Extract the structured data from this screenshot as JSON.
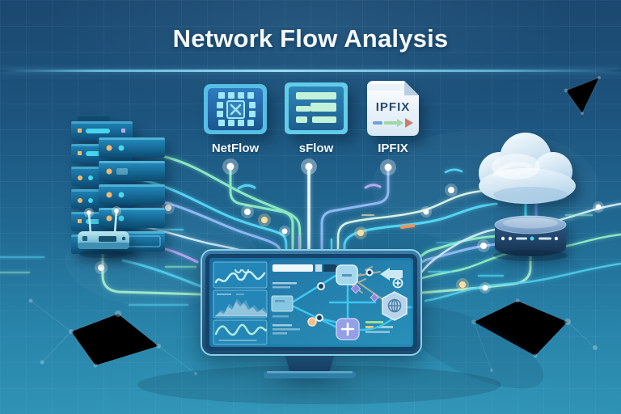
{
  "title": "Network Flow Analysis",
  "protocols": {
    "items": [
      {
        "id": "netflow",
        "label": "NetFlow",
        "icon": "netflow-packet-grid-icon"
      },
      {
        "id": "sflow",
        "label": "sFlow",
        "icon": "sflow-sample-bars-icon"
      },
      {
        "id": "ipfix",
        "label": "IPFIX",
        "icon": "ipfix-flow-document-icon",
        "document_text": "IPFIX"
      }
    ]
  },
  "scene": {
    "left_devices": [
      "server-rack-back",
      "server-rack-front",
      "wireless-router"
    ],
    "right_devices": [
      "cloud",
      "network-switch"
    ],
    "center_device": "flow-analysis-monitor",
    "monitor_widgets": [
      "traffic-curve-chart",
      "traffic-area-chart",
      "traffic-wave-chart",
      "flow-topology-map"
    ]
  },
  "colors": {
    "background_top": "#1B486F",
    "background_bottom": "#2F93B5",
    "title_text": "#F3F8FC",
    "title_divider": "#6FC6E8",
    "flow_cyan": "#55D4F2",
    "flow_green": "#8BE8C2",
    "flow_blue": "#8FB8F2",
    "flow_purple": "#B2A9F2",
    "flow_white": "#EAF9FF",
    "flow_mint": "#9FE5C8",
    "flow_pale": "#CBE9F8",
    "glow_yellow": "#FFDFA0",
    "spark_orange": "#F0955A",
    "led_orange": "#F5B96E",
    "led_cyan": "#49D6EF"
  }
}
